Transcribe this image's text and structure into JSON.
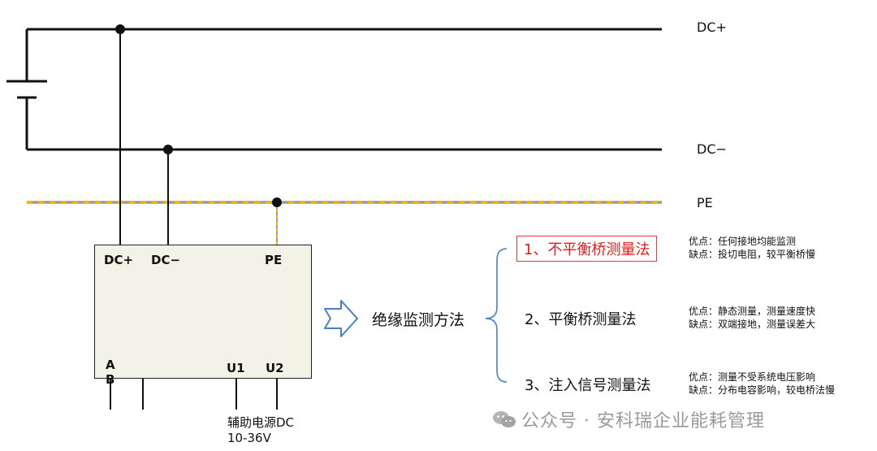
{
  "rails": {
    "dc_plus": "DC+",
    "dc_minus": "DC−",
    "pe": "PE"
  },
  "device": {
    "terminals_top": [
      "DC+",
      "DC−",
      "PE"
    ],
    "terminal_a": "A",
    "terminal_b": "B",
    "terminal_u1": "U1",
    "terminal_u2": "U2"
  },
  "aux_power": {
    "line1": "辅助电源DC",
    "line2": "10-36V"
  },
  "main_title": "绝缘监测方法",
  "methods": [
    {
      "label": "1、不平衡桥测量法",
      "highlighted": true,
      "pros": "优点：任何接地均能监测",
      "cons": "缺点：投切电阻，较平衡桥慢"
    },
    {
      "label": "2、平衡桥测量法",
      "highlighted": false,
      "pros": "优点：静态测量，测量速度快",
      "cons": "缺点：双端接地，测量误差大"
    },
    {
      "label": "3、注入信号测量法",
      "highlighted": false,
      "pros": "优点：测量不受系统电压影响",
      "cons": "缺点：分布电容影响，较电桥法慢"
    }
  ],
  "watermark": "公众号 · 安科瑞企业能耗管理",
  "colors": {
    "wire": "#111111",
    "pe_gray": "#9a9a9a",
    "pe_yellow": "#f0b400",
    "highlight_red": "#e11b1b",
    "device_fill": "#f3f2e6",
    "arrow_blue": "#4a7fc8"
  }
}
